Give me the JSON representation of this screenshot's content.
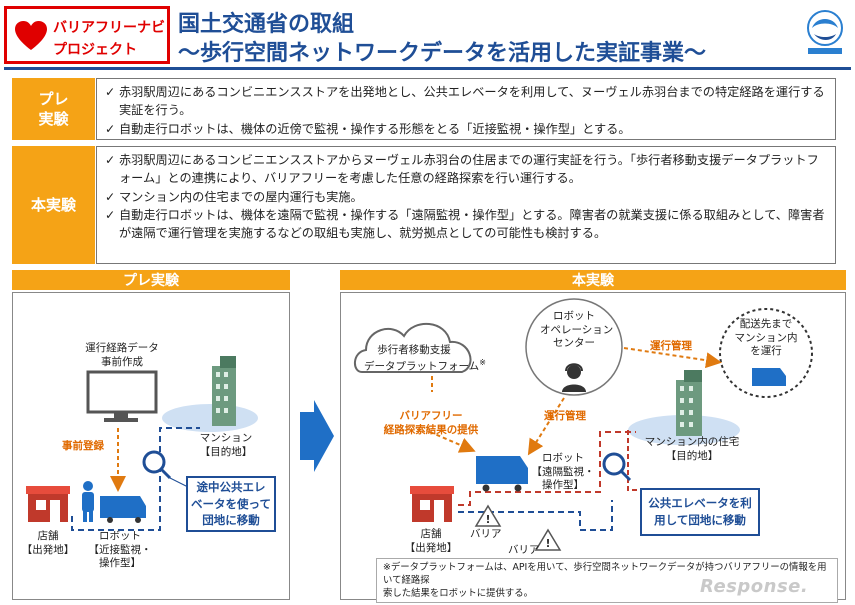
{
  "header": {
    "badge_line1": "バリアフリーナビ",
    "badge_line2": "プロジェクト",
    "title_line1": "国土交通省の取組",
    "title_line2": "～歩行空間ネットワークデータを活用した実証事業～"
  },
  "pre": {
    "label_line1": "プレ",
    "label_line2": "実験",
    "items": [
      "赤羽駅周辺にあるコンビニエンスストアを出発地とし、公共エレベータを利用して、ヌーヴェル赤羽台までの特定経路を運行する実証を行う。",
      "自動走行ロボットは、機体の近傍で監視・操作する形態をとる「近接監視・操作型」とする。"
    ]
  },
  "main": {
    "label": "本実験",
    "items": [
      "赤羽駅周辺にあるコンビニエンスストアからヌーヴェル赤羽台の住居までの運行実証を行う。「歩行者移動支援データプラットフォーム」との連携により、バリアフリーを考慮した任意の経路探索を行い運行する。",
      "マンション内の住宅までの屋内運行も実施。",
      "自動走行ロボットは、機体を遠隔で監視・操作する「遠隔監視・操作型」とする。障害者の就業支援に係る取組みとして、障害者が遠隔で運行管理を実施するなどの取組も実施し、就労拠点としての可能性も検討する。"
    ]
  },
  "left_panel": {
    "heading": "プレ実験",
    "pc_line1": "運行経路データ",
    "pc_line2": "事前作成",
    "pre_register": "事前登録",
    "mansion_line1": "マンション",
    "mansion_line2": "【目的地】",
    "store_line1": "店舗",
    "store_line2": "【出発地】",
    "robot_line1": "ロボット",
    "robot_line2": "【近接監視・",
    "robot_line3": "操作型】",
    "callout_line1": "途中公共エレ",
    "callout_line2": "ベータを使って",
    "callout_line3": "団地に移動"
  },
  "right_panel": {
    "heading": "本実験",
    "cloud_line1": "歩行者移動支援",
    "cloud_line2": "データプラットフォーム",
    "cloud_mark": "※",
    "op_line1": "ロボット",
    "op_line2": "オペレーション",
    "op_line3": "センター",
    "ops_mgmt": "運行管理",
    "ops_mgmt2": "運行管理",
    "bf_line1": "バリアフリー",
    "bf_line2": "経路探索結果の提供",
    "bubble_line1": "配送先まで",
    "bubble_line2": "マンション内",
    "bubble_line3": "を運行",
    "robot_line1": "ロボット",
    "robot_line2": "【遠隔監視・",
    "robot_line3": "操作型】",
    "home_line1": "マンション内の住宅",
    "home_line2": "【目的地】",
    "barrier1": "バリア",
    "barrier2": "バリア",
    "store_line1": "店舗",
    "store_line2": "【出発地】",
    "callout_line1": "公共エレベータを利",
    "callout_line2": "用して団地に移動"
  },
  "footnote": {
    "line1": "※データプラットフォームは、APIを用いて、歩行空間ネットワークデータが持つバリアフリーの情報を用いて経路探",
    "line2": "索した結果をロボットに提供する。"
  },
  "watermark": "Response."
}
